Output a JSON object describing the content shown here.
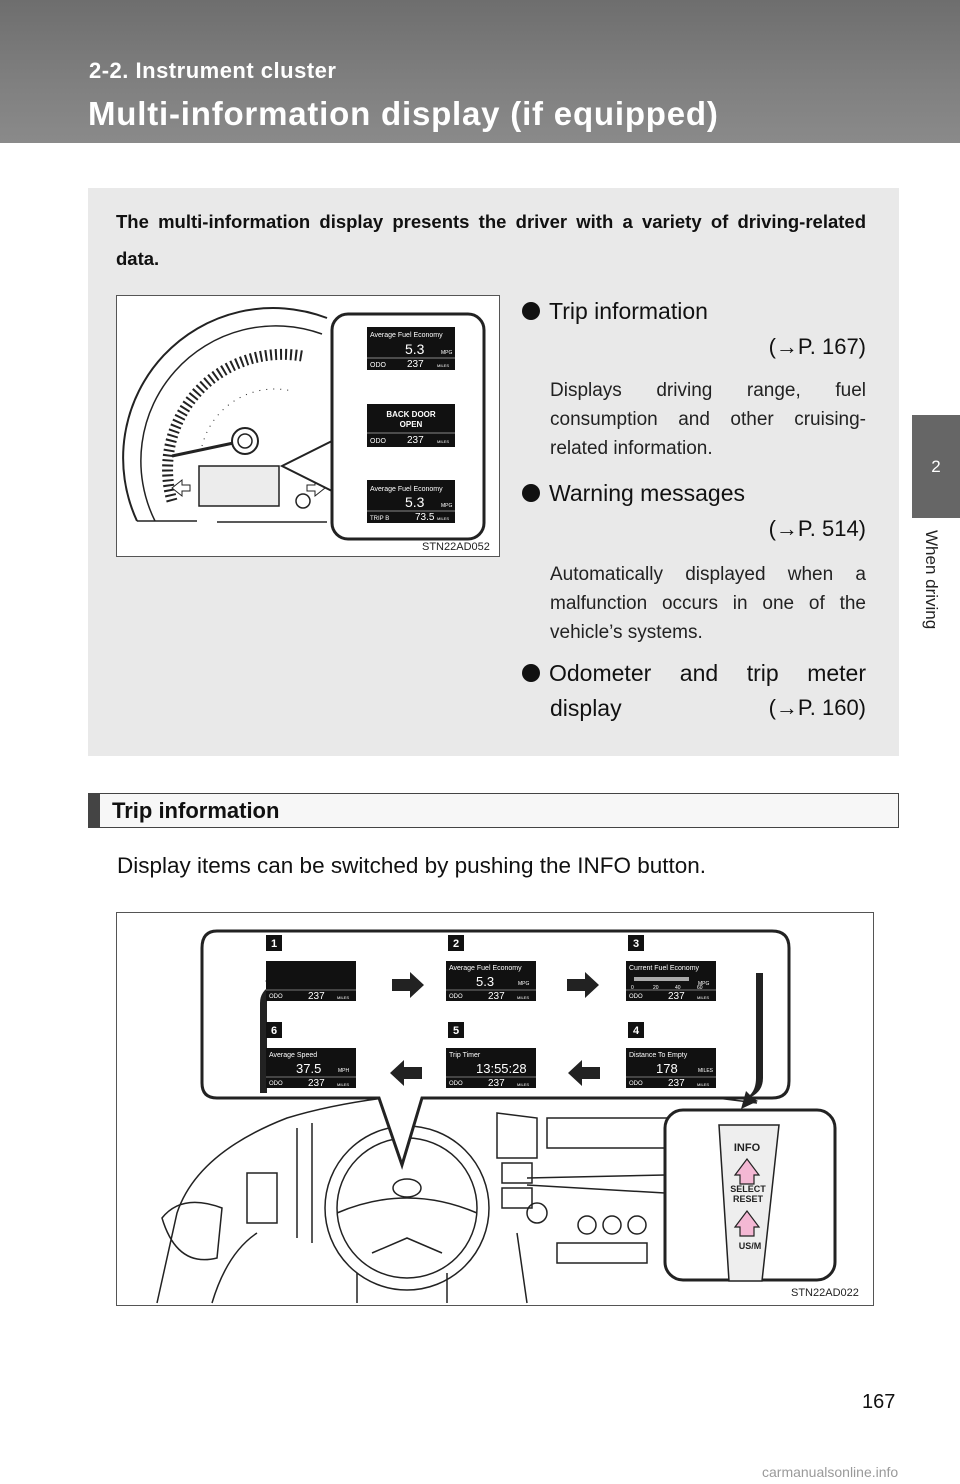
{
  "header": {
    "section": "2-2. Instrument cluster",
    "title": "Multi-information display (if equipped)"
  },
  "side_tab": {
    "number": "2",
    "label": "When driving"
  },
  "intro": {
    "text": "The multi-information display presents the driver with a variety of driving-related data.",
    "figure_code": "STN22AD052",
    "figure_screens": [
      {
        "title": "Average Fuel Economy",
        "value": "5.3",
        "unit": "MPG",
        "odo_label": "ODO",
        "odo_value": "237",
        "odo_unit": "MILES"
      },
      {
        "message_line1": "BACK DOOR",
        "message_line2": "OPEN",
        "odo_label": "ODO",
        "odo_value": "237",
        "odo_unit": "MILES"
      },
      {
        "title": "Average Fuel Economy",
        "value": "5.3",
        "unit": "MPG",
        "odo_label": "TRIP B",
        "odo_value": "73.5",
        "odo_unit": "MILES"
      }
    ],
    "items": [
      {
        "label": "Trip information",
        "ref": "(→P. 167)",
        "desc": "Displays driving range, fuel consumption and other cruising-related information."
      },
      {
        "label": "Warning messages",
        "ref": "(→P. 514)",
        "desc": "Automatically displayed when a malfunction occurs in one of the vehicle’s systems."
      },
      {
        "label_line1": "Odometer and trip meter",
        "label_line2": "display",
        "ref": "(→P. 160)"
      }
    ]
  },
  "trip_section": {
    "heading": "Trip information",
    "body": "Display items can be switched by pushing the INFO button.",
    "figure_code": "STN22AD022",
    "screens": [
      {
        "num": "1",
        "title": "",
        "value": "",
        "unit": "",
        "odo_label": "ODO",
        "odo_value": "237",
        "odo_unit": "MILES"
      },
      {
        "num": "2",
        "title": "Average Fuel Economy",
        "value": "5.3",
        "unit": "MPG",
        "odo_label": "ODO",
        "odo_value": "237",
        "odo_unit": "MILES"
      },
      {
        "num": "3",
        "title": "Current Fuel Economy",
        "value": "",
        "unit": "MPG",
        "scale": [
          "0",
          "20",
          "40",
          "60"
        ],
        "odo_label": "ODO",
        "odo_value": "237",
        "odo_unit": "MILES"
      },
      {
        "num": "4",
        "title": "Distance To Empty",
        "value": "178",
        "unit": "MILES",
        "odo_label": "ODO",
        "odo_value": "237",
        "odo_unit": "MILES"
      },
      {
        "num": "5",
        "title": "Trip Timer",
        "value": "13:55:28",
        "unit": "",
        "odo_label": "ODO",
        "odo_value": "237",
        "odo_unit": "MILES"
      },
      {
        "num": "6",
        "title": "Average Speed",
        "value": "37.5",
        "unit": "MPH",
        "odo_label": "ODO",
        "odo_value": "237",
        "odo_unit": "MILES"
      }
    ],
    "buttons": {
      "info": "INFO",
      "select": "SELECT",
      "reset": "RESET",
      "usm": "US/M"
    }
  },
  "page_number": "167",
  "watermark": "carmanualsonline.info"
}
